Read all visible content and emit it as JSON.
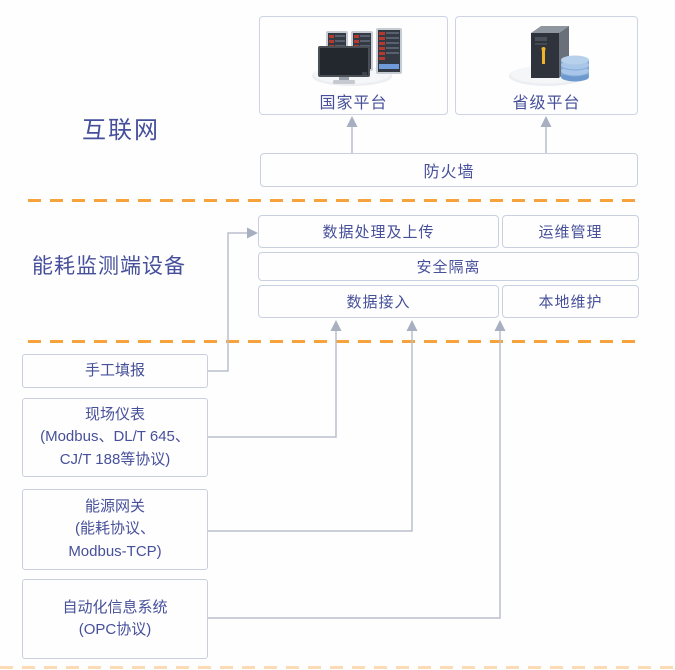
{
  "sections": {
    "internet_label": "互联网",
    "device_label": "能耗监测端设备"
  },
  "platforms": [
    {
      "label": "国家平台",
      "icon": "server-rack-monitor-icon"
    },
    {
      "label": "省级平台",
      "icon": "server-tower-database-icon"
    }
  ],
  "firewall": {
    "label": "防火墙"
  },
  "gateway_modules": {
    "data_process": "数据处理及上传",
    "ops": "运维管理",
    "isolation": "安全隔离",
    "data_access": "数据接入",
    "local_maintain": "本地维护"
  },
  "sources": [
    {
      "lines": [
        "手工填报"
      ]
    },
    {
      "lines": [
        "现场仪表",
        "(Modbus、DL/T 645、",
        "CJ/T 188等协议)"
      ]
    },
    {
      "lines": [
        "能源网关",
        "(能耗协议、",
        "Modbus-TCP)"
      ]
    },
    {
      "lines": [
        "自动化信息系统",
        "(OPC协议)"
      ]
    }
  ],
  "colors": {
    "text": "#47509a",
    "box_border": "#ccd3e2",
    "connector": "#b9bfcd",
    "dashed_separator": "#f6a23d"
  }
}
